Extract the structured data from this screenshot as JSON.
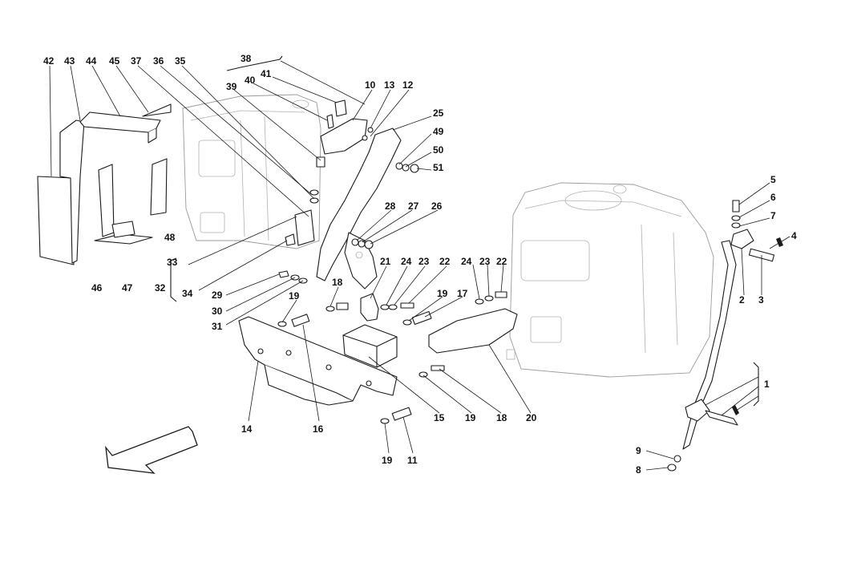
{
  "labels": {
    "n1": "1",
    "n2": "2",
    "n3": "3",
    "n4": "4",
    "n5": "5",
    "n6": "6",
    "n7": "7",
    "n8": "8",
    "n9": "9",
    "n10": "10",
    "n11": "11",
    "n12": "12",
    "n13": "13",
    "n14": "14",
    "n15": "15",
    "n16": "16",
    "n17": "17",
    "n18a": "18",
    "n18b": "18",
    "n19a": "19",
    "n19b": "19",
    "n19c": "19",
    "n19d": "19",
    "n20": "20",
    "n21": "21",
    "n22a": "22",
    "n22b": "22",
    "n23a": "23",
    "n23b": "23",
    "n24a": "24",
    "n24b": "24",
    "n25": "25",
    "n26": "26",
    "n27": "27",
    "n28": "28",
    "n29": "29",
    "n30": "30",
    "n31": "31",
    "n32": "32",
    "n33": "33",
    "n34": "34",
    "n35": "35",
    "n36": "36",
    "n37": "37",
    "n38": "38",
    "n39": "39",
    "n40": "40",
    "n41": "41",
    "n42": "42",
    "n43": "43",
    "n44": "44",
    "n45": "45",
    "n46": "46",
    "n47": "47",
    "n48": "48",
    "n49": "49",
    "n50": "50",
    "n51": "51"
  }
}
